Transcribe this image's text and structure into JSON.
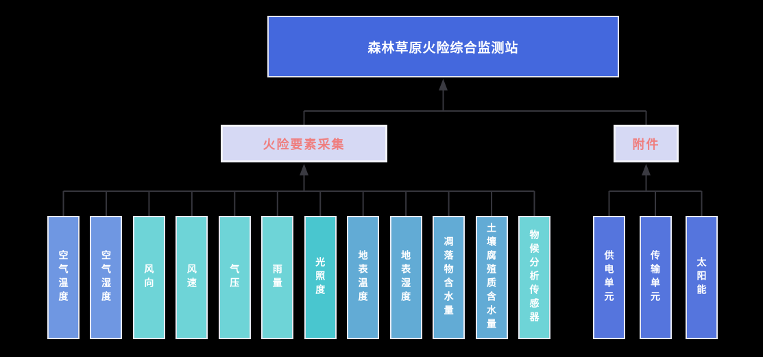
{
  "colors": {
    "background": "#000000",
    "root_fill": "#4468dd",
    "level2_fill": "#d6d9f4",
    "level2_text": "#ef7e7e",
    "box_border": "#e6e8f0",
    "line": "#36363d",
    "arrow": "#3a3a41",
    "node_text": "#ffffff",
    "blue": "#6f97e2",
    "teal": "#6ed4d7",
    "dark_teal": "#49c6cf",
    "steel_blue": "#62abd5",
    "royal_blue": "#5575dd"
  },
  "root": {
    "label": "森林草原火险综合监测站"
  },
  "groups": [
    {
      "id": "fire-factor-collection",
      "label": "火险要素采集",
      "children": [
        {
          "label": "空气温度",
          "color": "blue"
        },
        {
          "label": "空气湿度",
          "color": "blue"
        },
        {
          "label": "风向",
          "color": "teal"
        },
        {
          "label": "风速",
          "color": "teal"
        },
        {
          "label": "气压",
          "color": "teal"
        },
        {
          "label": "雨量",
          "color": "teal"
        },
        {
          "label": "光照度",
          "color": "dark_teal"
        },
        {
          "label": "地表温度",
          "color": "steel_blue"
        },
        {
          "label": "地表湿度",
          "color": "steel_blue"
        },
        {
          "label": "凋落物含水量",
          "color": "steel_blue"
        },
        {
          "label": "土壤腐殖质含水量",
          "color": "steel_blue"
        },
        {
          "label": "物候分析传感器",
          "color": "teal"
        }
      ]
    },
    {
      "id": "accessories",
      "label": "附件",
      "children": [
        {
          "label": "供电单元",
          "color": "royal_blue"
        },
        {
          "label": "传输单元",
          "color": "royal_blue"
        },
        {
          "label": "太阳能",
          "color": "royal_blue"
        }
      ]
    }
  ]
}
